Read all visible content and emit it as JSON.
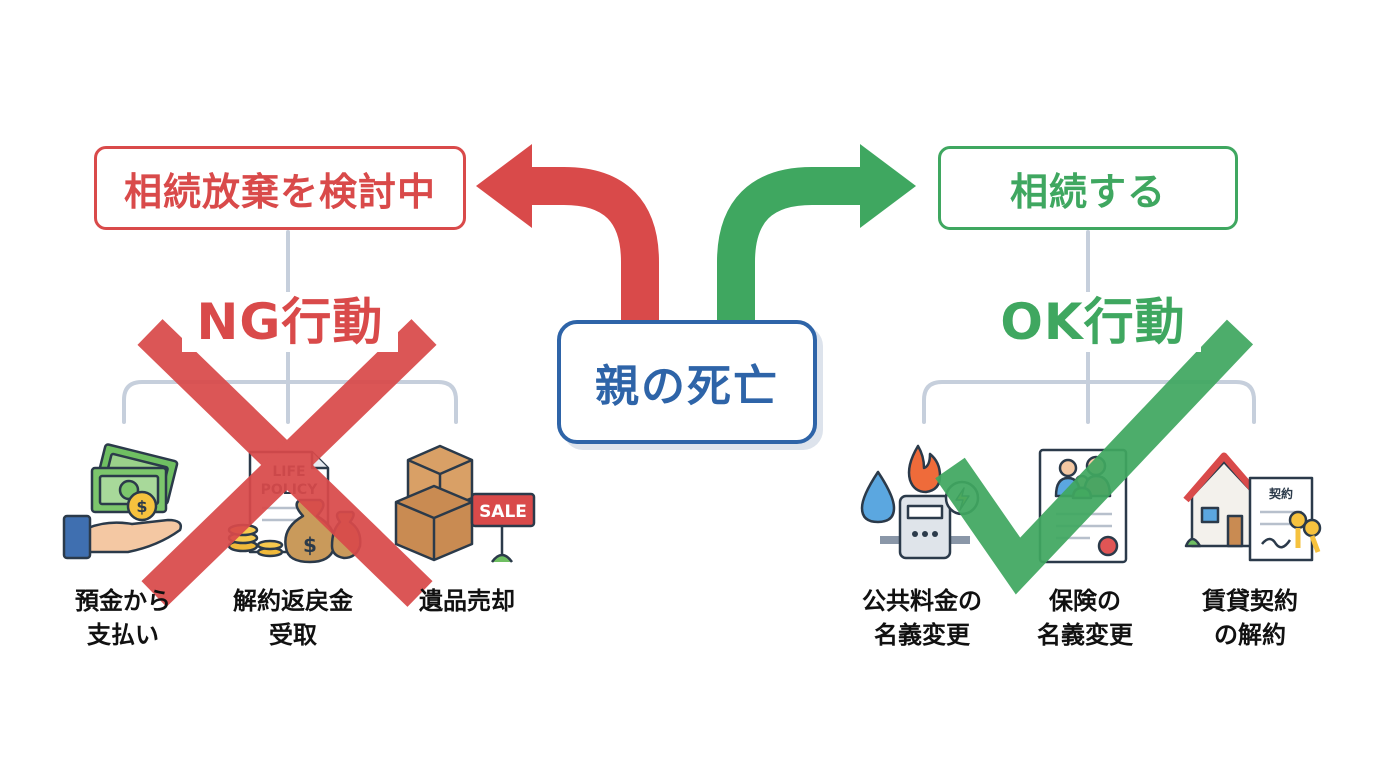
{
  "center": {
    "label": "親の死亡"
  },
  "left_branch": {
    "title": "相続放棄を検討中",
    "heading": "NG行動",
    "items": [
      {
        "label": "預金から\n支払い",
        "icon": "hand-money-icon"
      },
      {
        "label": "解約返戻金\n受取",
        "icon": "life-policy-icon",
        "policy_text": [
          "LIFE",
          "POLICY"
        ]
      },
      {
        "label": "遺品売却",
        "icon": "boxes-sale-icon",
        "sign_text": "SALE"
      }
    ]
  },
  "right_branch": {
    "title": "相続する",
    "heading": "OK行動",
    "items": [
      {
        "label": "公共料金の\n名義変更",
        "icon": "utility-meter-icon"
      },
      {
        "label": "保険の\n名義変更",
        "icon": "insurance-document-icon"
      },
      {
        "label": "賃貸契約\nの解約",
        "icon": "house-contract-icon",
        "contract_text": "契約"
      }
    ]
  },
  "colors": {
    "ng_red": "#d94a4a",
    "ok_green": "#3fa760",
    "center_blue": "#2e64a8",
    "connector_gray": "#c6cfdc"
  }
}
